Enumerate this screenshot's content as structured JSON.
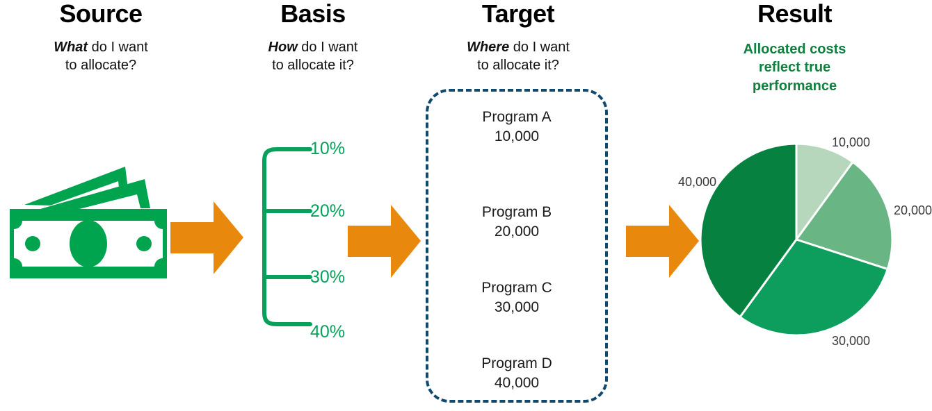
{
  "columns": [
    {
      "id": "source",
      "title": "Source",
      "question_bold": "What",
      "question_rest": " do I want",
      "question_line2": "to allocate?"
    },
    {
      "id": "basis",
      "title": "Basis",
      "question_bold": "How",
      "question_rest": " do I want",
      "question_line2": "to allocate it?"
    },
    {
      "id": "target",
      "title": "Target",
      "question_bold": "Where",
      "question_rest": " do I want",
      "question_line2": "to allocate it?"
    },
    {
      "id": "result",
      "title": "Result",
      "result_line1": "Allocated costs",
      "result_line2": "reflect true",
      "result_line3": "performance"
    }
  ],
  "source": {
    "icon": "money-stack-icon"
  },
  "basis": {
    "bracket_icon": "curly-bracket-icon",
    "percentages": [
      "10%",
      "20%",
      "30%",
      "40%"
    ]
  },
  "target": {
    "programs": [
      {
        "name": "Program A",
        "amount": "10,000"
      },
      {
        "name": "Program B",
        "amount": "20,000"
      },
      {
        "name": "Program C",
        "amount": "30,000"
      },
      {
        "name": "Program D",
        "amount": "40,000"
      }
    ]
  },
  "arrows": [
    {
      "id": "arrow-source-to-basis",
      "icon": "right-arrow-icon"
    },
    {
      "id": "arrow-basis-to-target",
      "icon": "right-arrow-icon"
    },
    {
      "id": "arrow-target-to-result",
      "icon": "right-arrow-icon"
    }
  ],
  "colors": {
    "orange": "#E8880C",
    "money_green": "#00A44F",
    "bracket_green": "#07A15C",
    "title_green": "#10803F",
    "dashed_navy": "#10496E",
    "pie_1": "#B6D7BC",
    "pie_2": "#69B583",
    "pie_3": "#0D9D5C",
    "pie_4": "#07813F"
  },
  "chart_data": {
    "type": "pie",
    "title": "",
    "labels": [
      "10,000",
      "20,000",
      "30,000",
      "40,000"
    ],
    "values": [
      10000,
      20000,
      30000,
      40000
    ],
    "percentages": [
      10,
      20,
      30,
      40
    ],
    "colors": [
      "#B6D7BC",
      "#69B583",
      "#0D9D5C",
      "#07813F"
    ],
    "start_angle_deg": 0,
    "direction": "clockwise",
    "legend": "none",
    "labels_position": "outside",
    "slice_border_color": "#ffffff"
  }
}
